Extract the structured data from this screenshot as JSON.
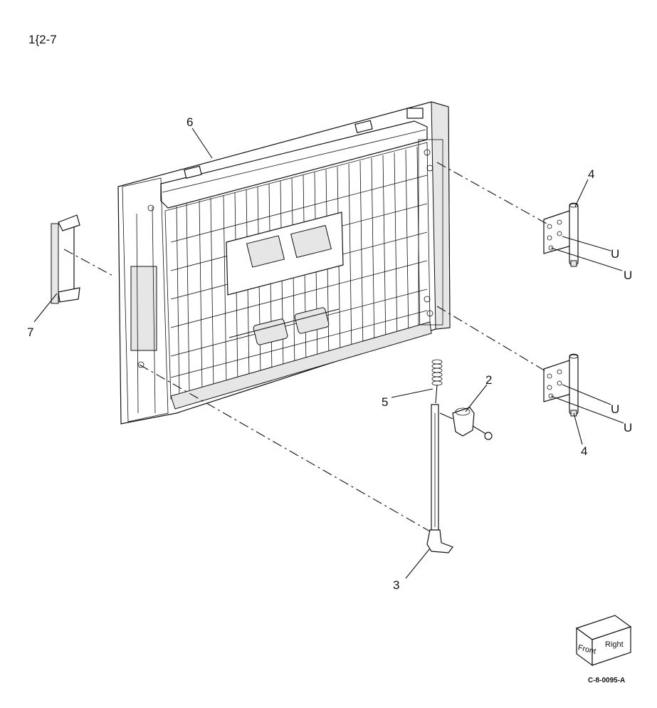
{
  "figure_title": "1{2-7",
  "figure_code": "C-8-0095-A",
  "callouts": {
    "tray_cover": "6",
    "handle": "7",
    "hinge_upper": "4",
    "hinge_lower": "4",
    "rod_top": "5",
    "bracket": "2",
    "rod_bottom": "3",
    "u1": "U",
    "u2": "U",
    "u3": "U",
    "u4": "U"
  },
  "orientation_cube": {
    "front_label": "Front",
    "right_label": "Right"
  }
}
